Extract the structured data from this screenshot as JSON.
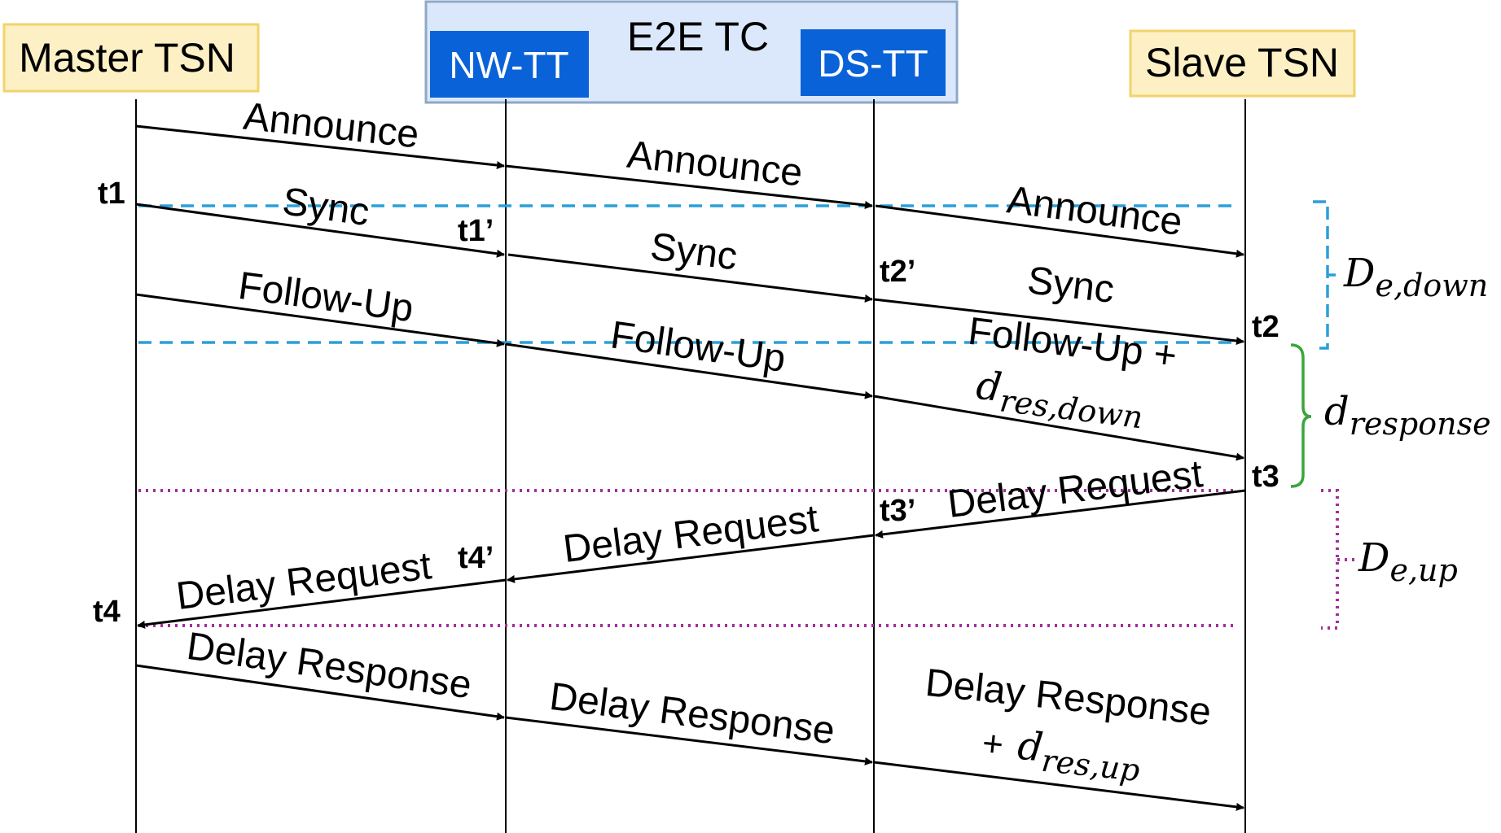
{
  "header": {
    "master": "Master TSN",
    "e2e_tc": "E2E TC",
    "nw_tt": "NW-TT",
    "ds_tt": "DS-TT",
    "slave": "Slave TSN"
  },
  "messages": {
    "announce_1": "Announce",
    "announce_2": "Announce",
    "announce_3": "Announce",
    "sync_1": "Sync",
    "sync_2": "Sync",
    "sync_3": "Sync",
    "follow_up_1": "Follow-Up",
    "follow_up_2": "Follow-Up",
    "follow_up_3_line1": "Follow-Up +",
    "delay_request_1": "Delay Request",
    "delay_request_2": "Delay Request",
    "delay_request_3": "Delay Request",
    "delay_response_1": "Delay Response",
    "delay_response_2": "Delay Response",
    "delay_response_3_line1": "Delay Response",
    "delay_response_3_prefix": "+"
  },
  "timestamps": {
    "t1": "t1",
    "t1p": "t1’",
    "t2p": "t2’",
    "t2": "t2",
    "t3": "t3",
    "t3p": "t3’",
    "t4p": "t4’",
    "t4": "t4"
  },
  "math": {
    "d_res_down_base": "d",
    "d_res_down_sub": "res,down",
    "d_res_up_base": "d",
    "d_res_up_sub": "res,up",
    "de_down_base": "D",
    "de_down_sub": "e,down",
    "d_response_base": "d",
    "d_response_sub": "response",
    "de_up_base": "D",
    "de_up_sub": "e,up"
  },
  "colors": {
    "header_fill": "#fdf0c4",
    "header_border": "#f2d36b",
    "tc_fill": "#dbe8fb",
    "tc_border": "#8fa8c8",
    "tt_fill": "#0a62d9",
    "down_window": "#2a9fd8",
    "response_bracket": "#3aa53a",
    "up_window": "#a0309a"
  }
}
